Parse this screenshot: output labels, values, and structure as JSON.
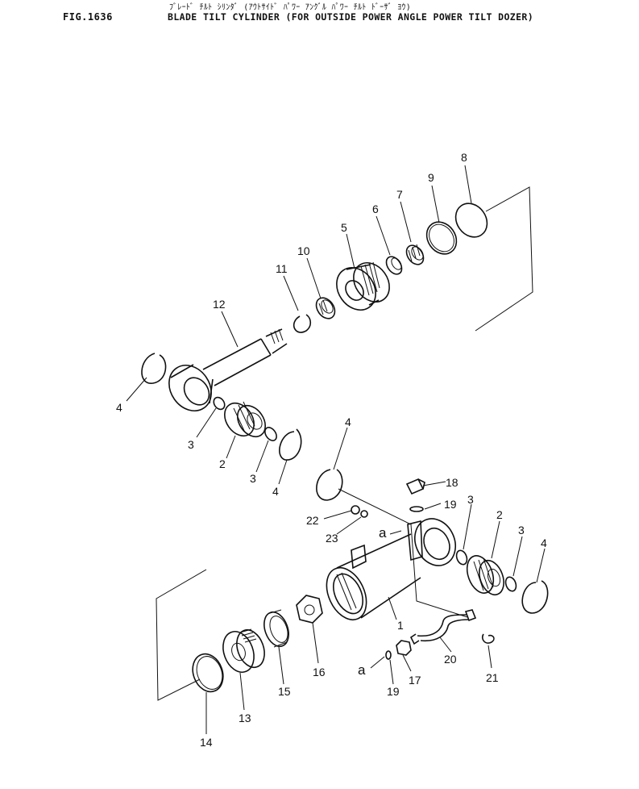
{
  "header": {
    "fig_number": "FIG.1636",
    "title_jp": "ﾌﾞﾚｰﾄﾞ ﾁﾙﾄ ｼﾘﾝﾀﾞ (ｱｳﾄｻｲﾄﾞ ﾊﾟﾜｰ ｱﾝｸﾞﾙ ﾊﾟﾜｰ ﾁﾙﾄ ﾄﾞｰｻﾞ ﾖｳ)",
    "title_en": "BLADE TILT CYLINDER (FOR OUTSIDE POWER ANGLE POWER TILT DOZER)"
  },
  "callouts": {
    "c8": "8",
    "c9": "9",
    "c7": "7",
    "c6": "6",
    "c5": "5",
    "c10": "10",
    "c11": "11",
    "c12": "12",
    "c4a": "4",
    "c3a": "3",
    "c2a": "2",
    "c3b": "3",
    "c4b": "4",
    "c4c": "4",
    "c18": "18",
    "c19a": "19",
    "c22": "22",
    "c23": "23",
    "ca1": "a",
    "c3c": "3",
    "c2b": "2",
    "c3d": "3",
    "c4d": "4",
    "c1": "1",
    "c16": "16",
    "c15": "15",
    "c13": "13",
    "c14": "14",
    "ca2": "a",
    "c19b": "19",
    "c17": "17",
    "c20": "20",
    "c21": "21"
  }
}
